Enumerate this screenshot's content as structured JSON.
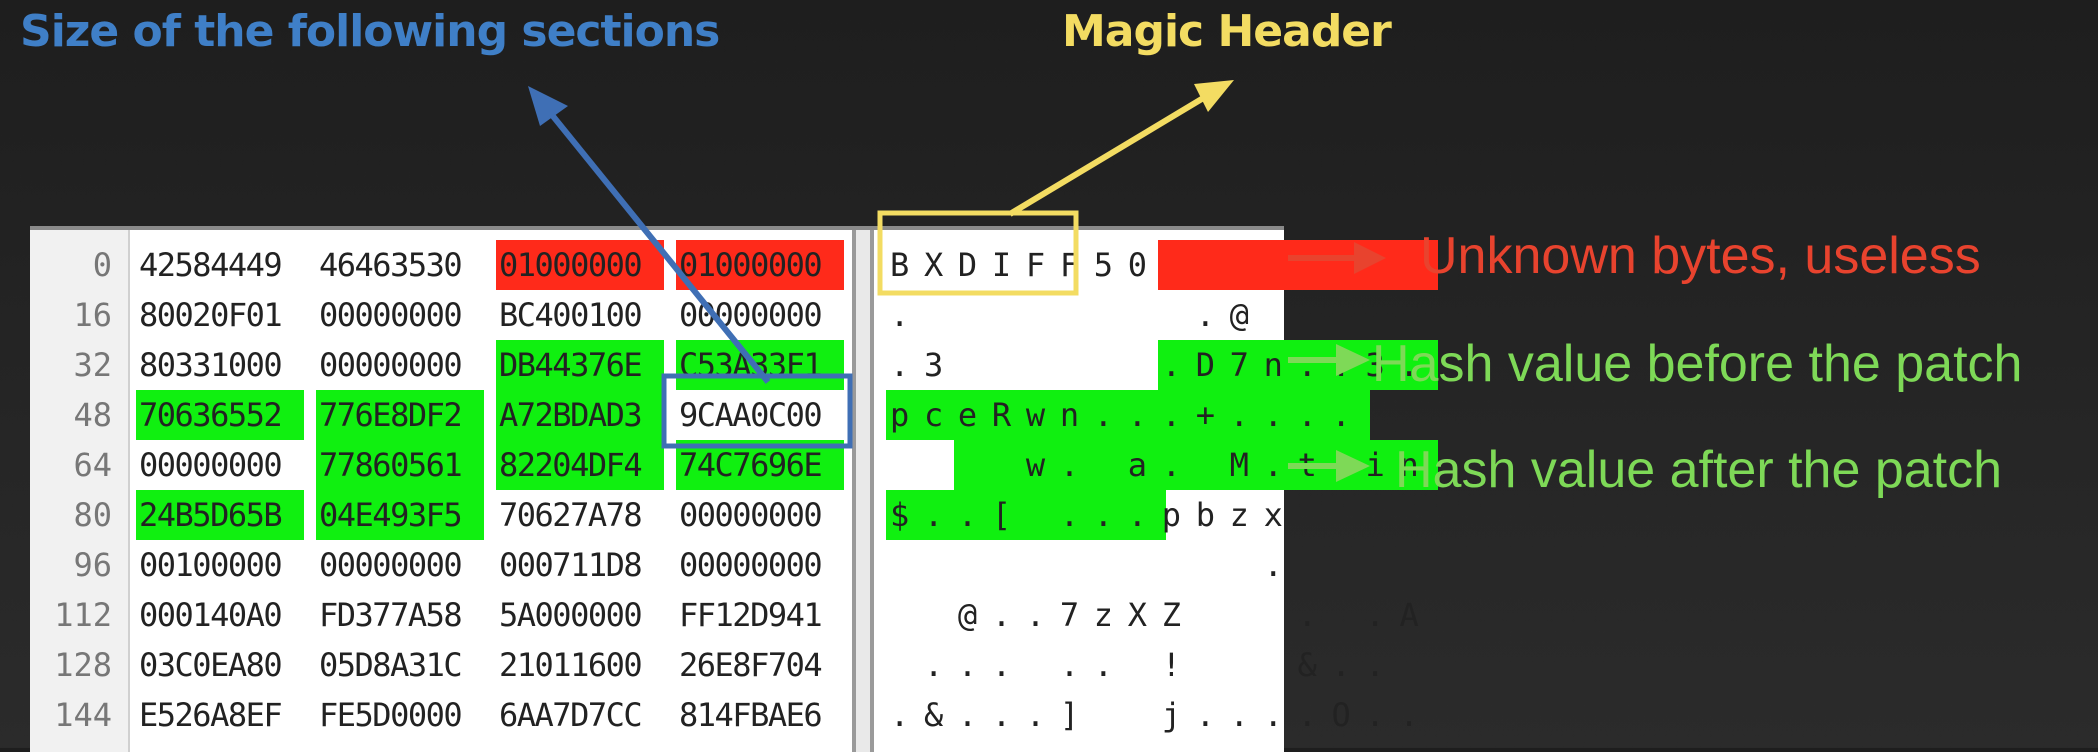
{
  "titles": {
    "size_label": "Size of the  following sections",
    "magic_label": "Magic Header"
  },
  "annotations": {
    "unknown": "Unknown bytes, useless",
    "hash_before": "Hash value before the patch",
    "hash_after": "Hash value after the patch"
  },
  "colors": {
    "red_highlight": "#ff2a1a",
    "green_highlight": "#10f010",
    "blue_box": "#3f6fb5",
    "yellow_box": "#f3dc62"
  },
  "hex_rows": [
    {
      "offset": "0",
      "words": [
        "42584449",
        "46463530",
        "01000000",
        "01000000"
      ],
      "ascii": "BXDIFF50        "
    },
    {
      "offset": "16",
      "words": [
        "80020F01",
        "00000000",
        "BC400100",
        "00000000"
      ],
      "ascii": ".        .@     "
    },
    {
      "offset": "32",
      "words": [
        "80331000",
        "00000000",
        "DB44376E",
        "C53A33F1"
      ],
      "ascii": ".3      .D7n.:3."
    },
    {
      "offset": "48",
      "words": [
        "70636552",
        "776E8DF2",
        "A72BDAD3",
        "9CAA0C00"
      ],
      "ascii": "pceRwn...+....  "
    },
    {
      "offset": "64",
      "words": [
        "00000000",
        "77860561",
        "82204DF4",
        "74C7696E"
      ],
      "ascii": "    w. a. M.t.in"
    },
    {
      "offset": "80",
      "words": [
        "24B5D65B",
        "04E493F5",
        "70627A78",
        "00000000"
      ],
      "ascii": "$..[ ...pbzx    "
    },
    {
      "offset": "96",
      "words": [
        "00100000",
        "00000000",
        "000711D8",
        "00000000"
      ],
      "ascii": "           .    "
    },
    {
      "offset": "112",
      "words": [
        "000140A0",
        "FD377A58",
        "5A000000",
        "FF12D941"
      ],
      "ascii": "  @..7zXZ   . .A"
    },
    {
      "offset": "128",
      "words": [
        "03C0EA80",
        "05D8A31C",
        "21011600",
        "26E8F704"
      ],
      "ascii": " ... .. !   &.. "
    },
    {
      "offset": "144",
      "words": [
        "E526A8EF",
        "FE5D0000",
        "6AA7D7CC",
        "814FBAE6"
      ],
      "ascii": ".&...]  j....O.."
    }
  ]
}
